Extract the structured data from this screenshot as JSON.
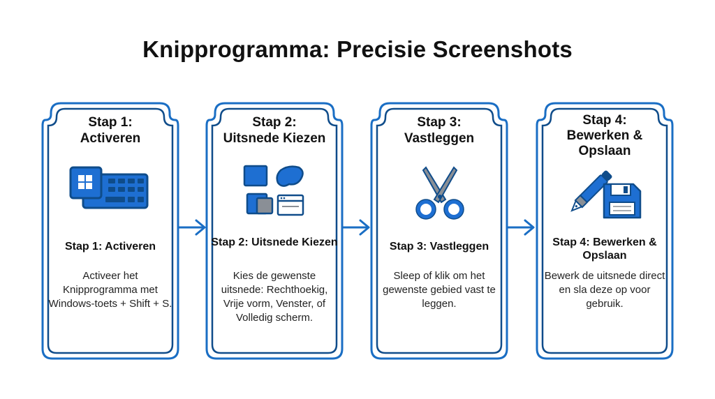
{
  "title": "Knipprogramma: Precisie Screenshots",
  "colors": {
    "frame_dark": "#0f4c8a",
    "frame_light": "#1a6ec4",
    "icon_blue": "#1e6fd2",
    "icon_gray": "#8a8f96"
  },
  "steps": [
    {
      "heading_line1": "Stap 1:",
      "heading_line2": "Activeren",
      "icon": "keyboard-windows-key-icon",
      "subheading": "Stap 1: Activeren",
      "description": "Activeer het Knipprogramma met Windows-toets + Shift + S."
    },
    {
      "heading_line1": "Stap 2:",
      "heading_line2": "Uitsnede Kiezen",
      "icon": "snip-shapes-icon",
      "subheading": "Stap 2: Uitsnede Kiezen",
      "description": "Kies de gewenste uitsnede: Rechthoekig, Vrije vorm, Venster, of Volledig scherm."
    },
    {
      "heading_line1": "Stap 3:",
      "heading_line2": "Vastleggen",
      "icon": "scissors-icon",
      "subheading": "Stap 3: Vastleggen",
      "description": "Sleep of klik om het gewenste gebied vast te leggen."
    },
    {
      "heading_line1": "Stap 4:",
      "heading_line2": "Bewerken &",
      "heading_line3": "Opslaan",
      "icon": "pen-and-floppy-disk-icon",
      "subheading": "Stap 4: Bewerken & Opslaan",
      "description": "Bewerk de uitsnede direct en sla deze op voor gebruik."
    }
  ]
}
